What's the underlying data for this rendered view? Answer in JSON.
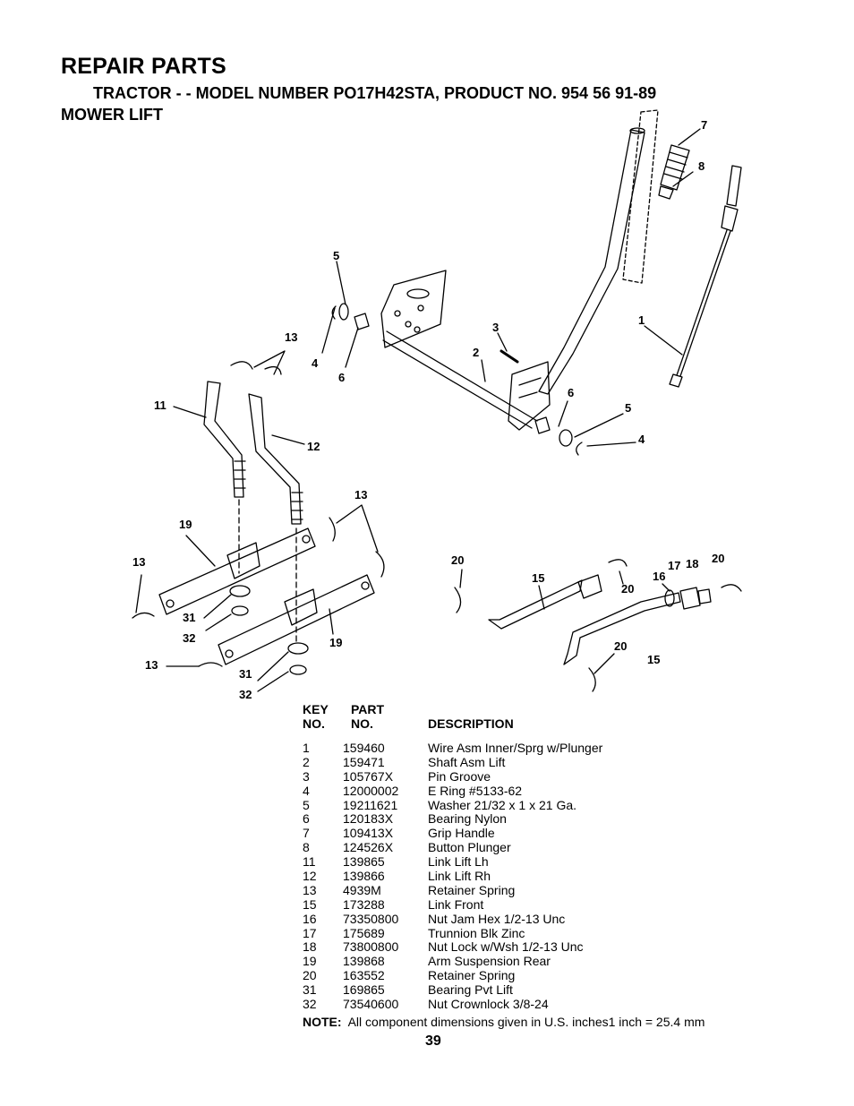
{
  "header": {
    "title": "REPAIR PARTS",
    "subtitle": "TRACTOR - - MODEL NUMBER PO17H42STA, PRODUCT NO. 954 56 91-89",
    "section": "MOWER LIFT"
  },
  "diagram": {
    "callouts": [
      "7",
      "8",
      "5",
      "3",
      "1",
      "13",
      "4",
      "6",
      "2",
      "11",
      "6",
      "5",
      "12",
      "4",
      "13",
      "19",
      "13",
      "20",
      "15",
      "17",
      "18",
      "20",
      "16",
      "20",
      "31",
      "32",
      "19",
      "20",
      "15",
      "13",
      "31",
      "32"
    ]
  },
  "parts_list": {
    "headers": {
      "key": "KEY",
      "no": "NO.",
      "part": "PART",
      "part_no": "NO.",
      "description": "DESCRIPTION"
    },
    "rows": [
      {
        "key": "1",
        "part": "159460",
        "desc": "Wire Asm Inner/Sprg w/Plunger"
      },
      {
        "key": "2",
        "part": "159471",
        "desc": "Shaft Asm Lift"
      },
      {
        "key": "3",
        "part": "105767X",
        "desc": "Pin Groove"
      },
      {
        "key": "4",
        "part": "12000002",
        "desc": "E Ring  #5133-62"
      },
      {
        "key": "5",
        "part": "19211621",
        "desc": "Washer  21/32 x 1 x 21 Ga."
      },
      {
        "key": "6",
        "part": "120183X",
        "desc": "Bearing Nylon"
      },
      {
        "key": "7",
        "part": "109413X",
        "desc": "Grip Handle"
      },
      {
        "key": "8",
        "part": "124526X",
        "desc": "Button Plunger"
      },
      {
        "key": "11",
        "part": "139865",
        "desc": "Link Lift Lh"
      },
      {
        "key": "12",
        "part": "139866",
        "desc": "Link Lift Rh"
      },
      {
        "key": "13",
        "part": "4939M",
        "desc": "Retainer Spring"
      },
      {
        "key": "15",
        "part": "173288",
        "desc": "Link Front"
      },
      {
        "key": "16",
        "part": "73350800",
        "desc": "Nut Jam Hex  1/2-13 Unc"
      },
      {
        "key": "17",
        "part": "175689",
        "desc": "Trunnion Blk Zinc"
      },
      {
        "key": "18",
        "part": "73800800",
        "desc": "Nut Lock w/Wsh 1/2-13 Unc"
      },
      {
        "key": "19",
        "part": "139868",
        "desc": "Arm Suspension Rear"
      },
      {
        "key": "20",
        "part": "163552",
        "desc": "Retainer Spring"
      },
      {
        "key": "31",
        "part": "169865",
        "desc": "Bearing Pvt Lift"
      },
      {
        "key": "32",
        "part": "73540600",
        "desc": "Nut Crownlock  3/8-24"
      }
    ]
  },
  "note": {
    "label": "NOTE:",
    "text": "All component dimensions given in U.S. inches1 inch = 25.4 mm"
  },
  "page_number": "39"
}
